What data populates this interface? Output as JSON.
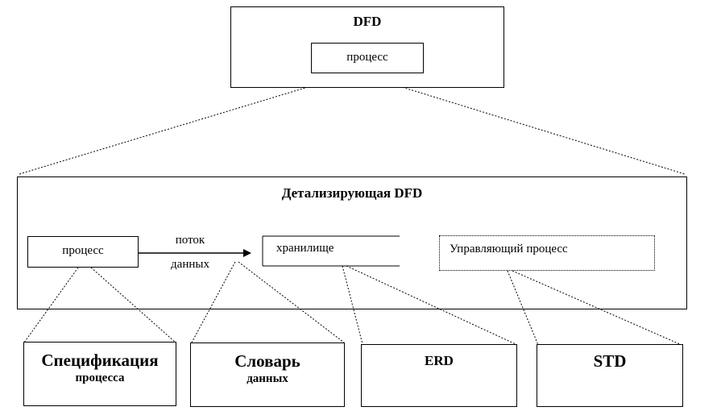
{
  "top_dfd": {
    "title": "DFD",
    "process_label": "процесс"
  },
  "detail_dfd": {
    "title": "Детализирующая DFD",
    "process_label": "процесс",
    "flow_label_line1": "поток",
    "flow_label_line2": "данных",
    "store_label": "хранилище",
    "control_process_label": "Управляющий процесс"
  },
  "bottom": {
    "spec": {
      "line1": "Спецификация",
      "line2": "процесса"
    },
    "dictionary": {
      "line1": "Словарь",
      "line2": "данных"
    },
    "erd": {
      "label": "ERD"
    },
    "std": {
      "label": "STD"
    }
  }
}
